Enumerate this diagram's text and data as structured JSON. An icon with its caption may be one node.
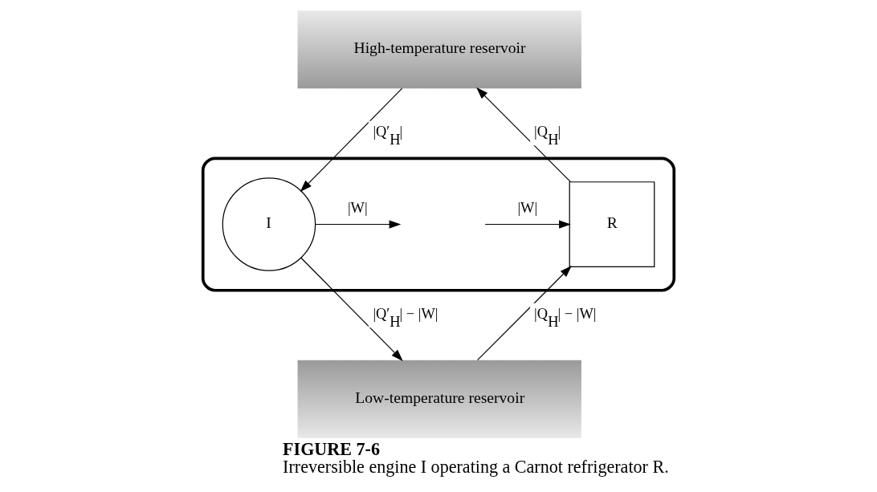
{
  "diagram": {
    "title": "FIGURE 7-6",
    "caption": "Irreversible engine I operating a Carnot refrigerator R.",
    "nodes": [
      {
        "text": [
          "High-temperature reservoir"
        ]
      },
      {
        "text": [],
        "shape": "box"
      },
      {
        "text": [
          "I"
        ],
        "in": 1
      },
      {
        "text": [
          "R"
        ],
        "in": 1
      },
      {
        "text": [
          "Low-temperature reservoir"
        ]
      }
    ],
    "edges": [
      {
        "from": 0,
        "to": 2,
        "arrow": "to",
        "label": "|Q′$_{H}$|"
      },
      {
        "from": 3,
        "to": 0,
        "arrow": "to",
        "label": "|Q$_{H}$|"
      },
      {
        "from": 2,
        "to": null,
        "arrow": "to",
        "label": "|W|"
      },
      {
        "from": null,
        "to": 3,
        "arrow": "to",
        "label": "|W|"
      },
      {
        "from": 2,
        "to": 4,
        "arrow": "to",
        "label": "|Q′$_{H}$| − |W|"
      },
      {
        "from": 4,
        "to": 3,
        "arrow": "to",
        "label": "|Q$_{H}$| − |W|"
      }
    ]
  }
}
